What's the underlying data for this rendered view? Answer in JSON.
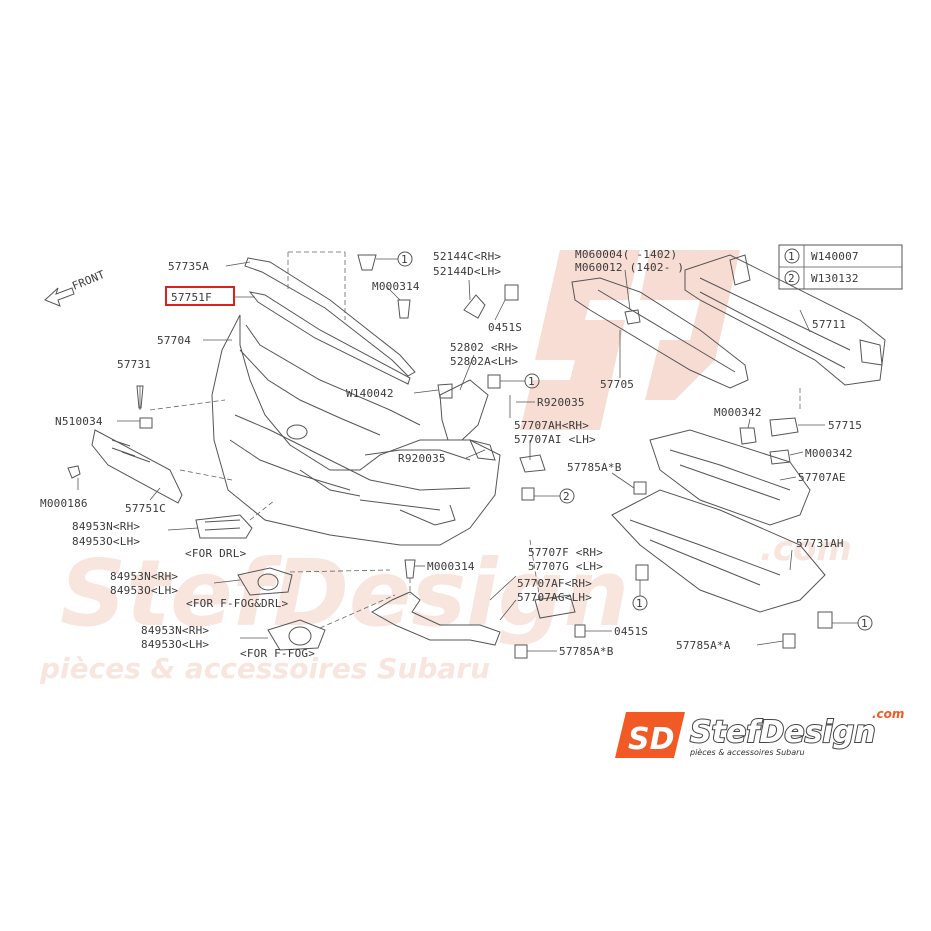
{
  "diagram": {
    "front_label": "FRONT",
    "highlighted_part": "57751F",
    "legend": [
      {
        "num": "1",
        "code": "W140007"
      },
      {
        "num": "2",
        "code": "W130132"
      }
    ],
    "parts": {
      "p57735A": "57735A",
      "p57751F": "57751F",
      "p57704": "57704",
      "p57731": "57731",
      "pN510034": "N510034",
      "pM000186": "M000186",
      "p57751C": "57751C",
      "pM000314a": "M000314",
      "pW140042": "W140042",
      "p52144C": "52144C<RH>",
      "p52144D": "52144D<LH>",
      "p0451Sa": "0451S",
      "p52802": "52802  <RH>",
      "p52802A": "52802A<LH>",
      "pR920035a": "R920035",
      "pR920035b": "R920035",
      "p57707AH": "57707AH<RH>",
      "p57707AI": "57707AI <LH>",
      "pM060004": "M060004(    -1402)",
      "pM060012": "M060012 (1402-    )",
      "p57705": "57705",
      "p57711": "57711",
      "pM000342a": "M000342",
      "p57715": "57715",
      "pM000342b": "M000342",
      "p57785AB": "57785A*B",
      "p57707AE": "57707AE",
      "p57731AH": "57731AH",
      "p84953N_1": "84953N<RH>",
      "p84953O_1": "84953O<LH>",
      "pForDRL": "<FOR DRL>",
      "p84953N_2": "84953N<RH>",
      "p84953O_2": "84953O<LH>",
      "pForFogDRL": "<FOR F-FOG&DRL>",
      "p84953N_3": "84953N<RH>",
      "p84953O_3": "84953O<LH>",
      "pForFog": "<FOR F-FOG>",
      "pM000314b": "M000314",
      "p57707F": "57707F <RH>",
      "p57707G": "57707G <LH>",
      "p57707AF": "57707AF<RH>",
      "p57707AG": "57707AG<LH>",
      "p0451Sb": "0451S",
      "p57785AB2": "57785A*B",
      "p57785AA": "57785A*A"
    }
  },
  "watermark": {
    "brand": "StefDesign",
    "tagline": "pièces & accessoires Subaru",
    "dotcom": ".com"
  },
  "logo": {
    "mark": "SD",
    "name": "StefDesign",
    "dotcom": ".com",
    "tagline": "pièces & accessoires Subaru"
  },
  "colors": {
    "highlight": "#e0201c",
    "logo_orange": "#f15a24",
    "watermark": "#f6d7cc"
  }
}
